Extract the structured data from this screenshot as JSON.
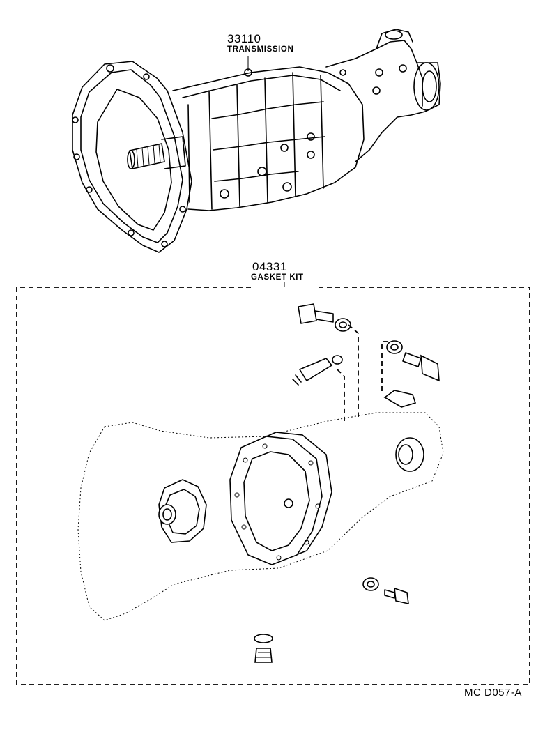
{
  "parts": [
    {
      "number": "33110",
      "name": "TRANSMISSION"
    },
    {
      "number": "04331",
      "name": "GASKET KIT"
    }
  ],
  "figure_code": "MC  D057-A"
}
